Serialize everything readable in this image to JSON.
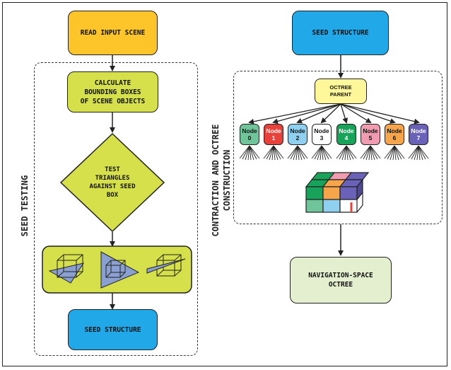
{
  "left_column": {
    "read_input_scene": "READ INPUT SCENE",
    "calculate_bounding_boxes": "CALCULATE\nBOUNDING BOXES\nOF SCENE OBJECTS",
    "test_triangles": "TEST\nTRIANGLES\nAGAINST SEED\nBOX",
    "seed_structure": "SEED STRUCTURE",
    "seed_testing_label": "SEED TESTING"
  },
  "middle_label": "CONTRACTION AND OCTREE\nCONSTRUCTION",
  "right_column": {
    "seed_structure": "SEED STRUCTURE",
    "octree_parent": "OCTREE\nPARENT",
    "navigation_space_octree": "NAVIGATION-SPACE\nOCTREE",
    "nodes": [
      {
        "label": "Node",
        "index": "0",
        "color": "#6fc49a"
      },
      {
        "label": "Node",
        "index": "1",
        "color": "#e8403a"
      },
      {
        "label": "Node",
        "index": "2",
        "color": "#8fd0f0"
      },
      {
        "label": "Node",
        "index": "3",
        "color": "#ffffff"
      },
      {
        "label": "Node",
        "index": "4",
        "color": "#17a35a"
      },
      {
        "label": "Node",
        "index": "5",
        "color": "#f19bb0"
      },
      {
        "label": "Node",
        "index": "6",
        "color": "#f6a54a"
      },
      {
        "label": "Node",
        "index": "7",
        "color": "#6a62b8"
      }
    ]
  }
}
